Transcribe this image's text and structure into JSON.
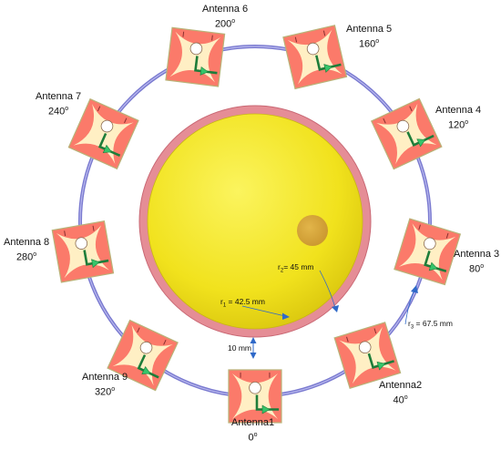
{
  "antennas": [
    {
      "name": "Antenna1",
      "angle": "0"
    },
    {
      "name": "Antenna2",
      "angle": "40"
    },
    {
      "name": "Antenna 3",
      "angle": "80"
    },
    {
      "name": "Antenna 4",
      "angle": "120"
    },
    {
      "name": "Antenna 5",
      "angle": "160"
    },
    {
      "name": "Antenna 6",
      "angle": "200"
    },
    {
      "name": "Antenna 7",
      "angle": "240"
    },
    {
      "name": "Antenna 8",
      "angle": "280"
    },
    {
      "name": "Antenna 9",
      "angle": "320"
    }
  ],
  "degree_symbol": "o",
  "dimensions": {
    "r1_sym": "r",
    "r1_sub": "1",
    "r1_val": " = 42.5 mm",
    "r2_sym": "r",
    "r2_sub": "2",
    "r2_val": "= 45 mm",
    "r3_sym": "r",
    "r3_sub": "3",
    "r3_val": " = 67.5 mm",
    "gap": "10 mm"
  },
  "colors": {
    "sphere_fill": "#f4e62a",
    "shell": "#e58d96",
    "ring": "#7a7ad0",
    "patch_bg": "#fb7a6a",
    "patch_petal": "#fff9cc",
    "feedline": "#1e7d3a",
    "feed_marker": "#36c46a",
    "inclusion": "#d8a93a",
    "dim_line": "#2f69c8"
  }
}
